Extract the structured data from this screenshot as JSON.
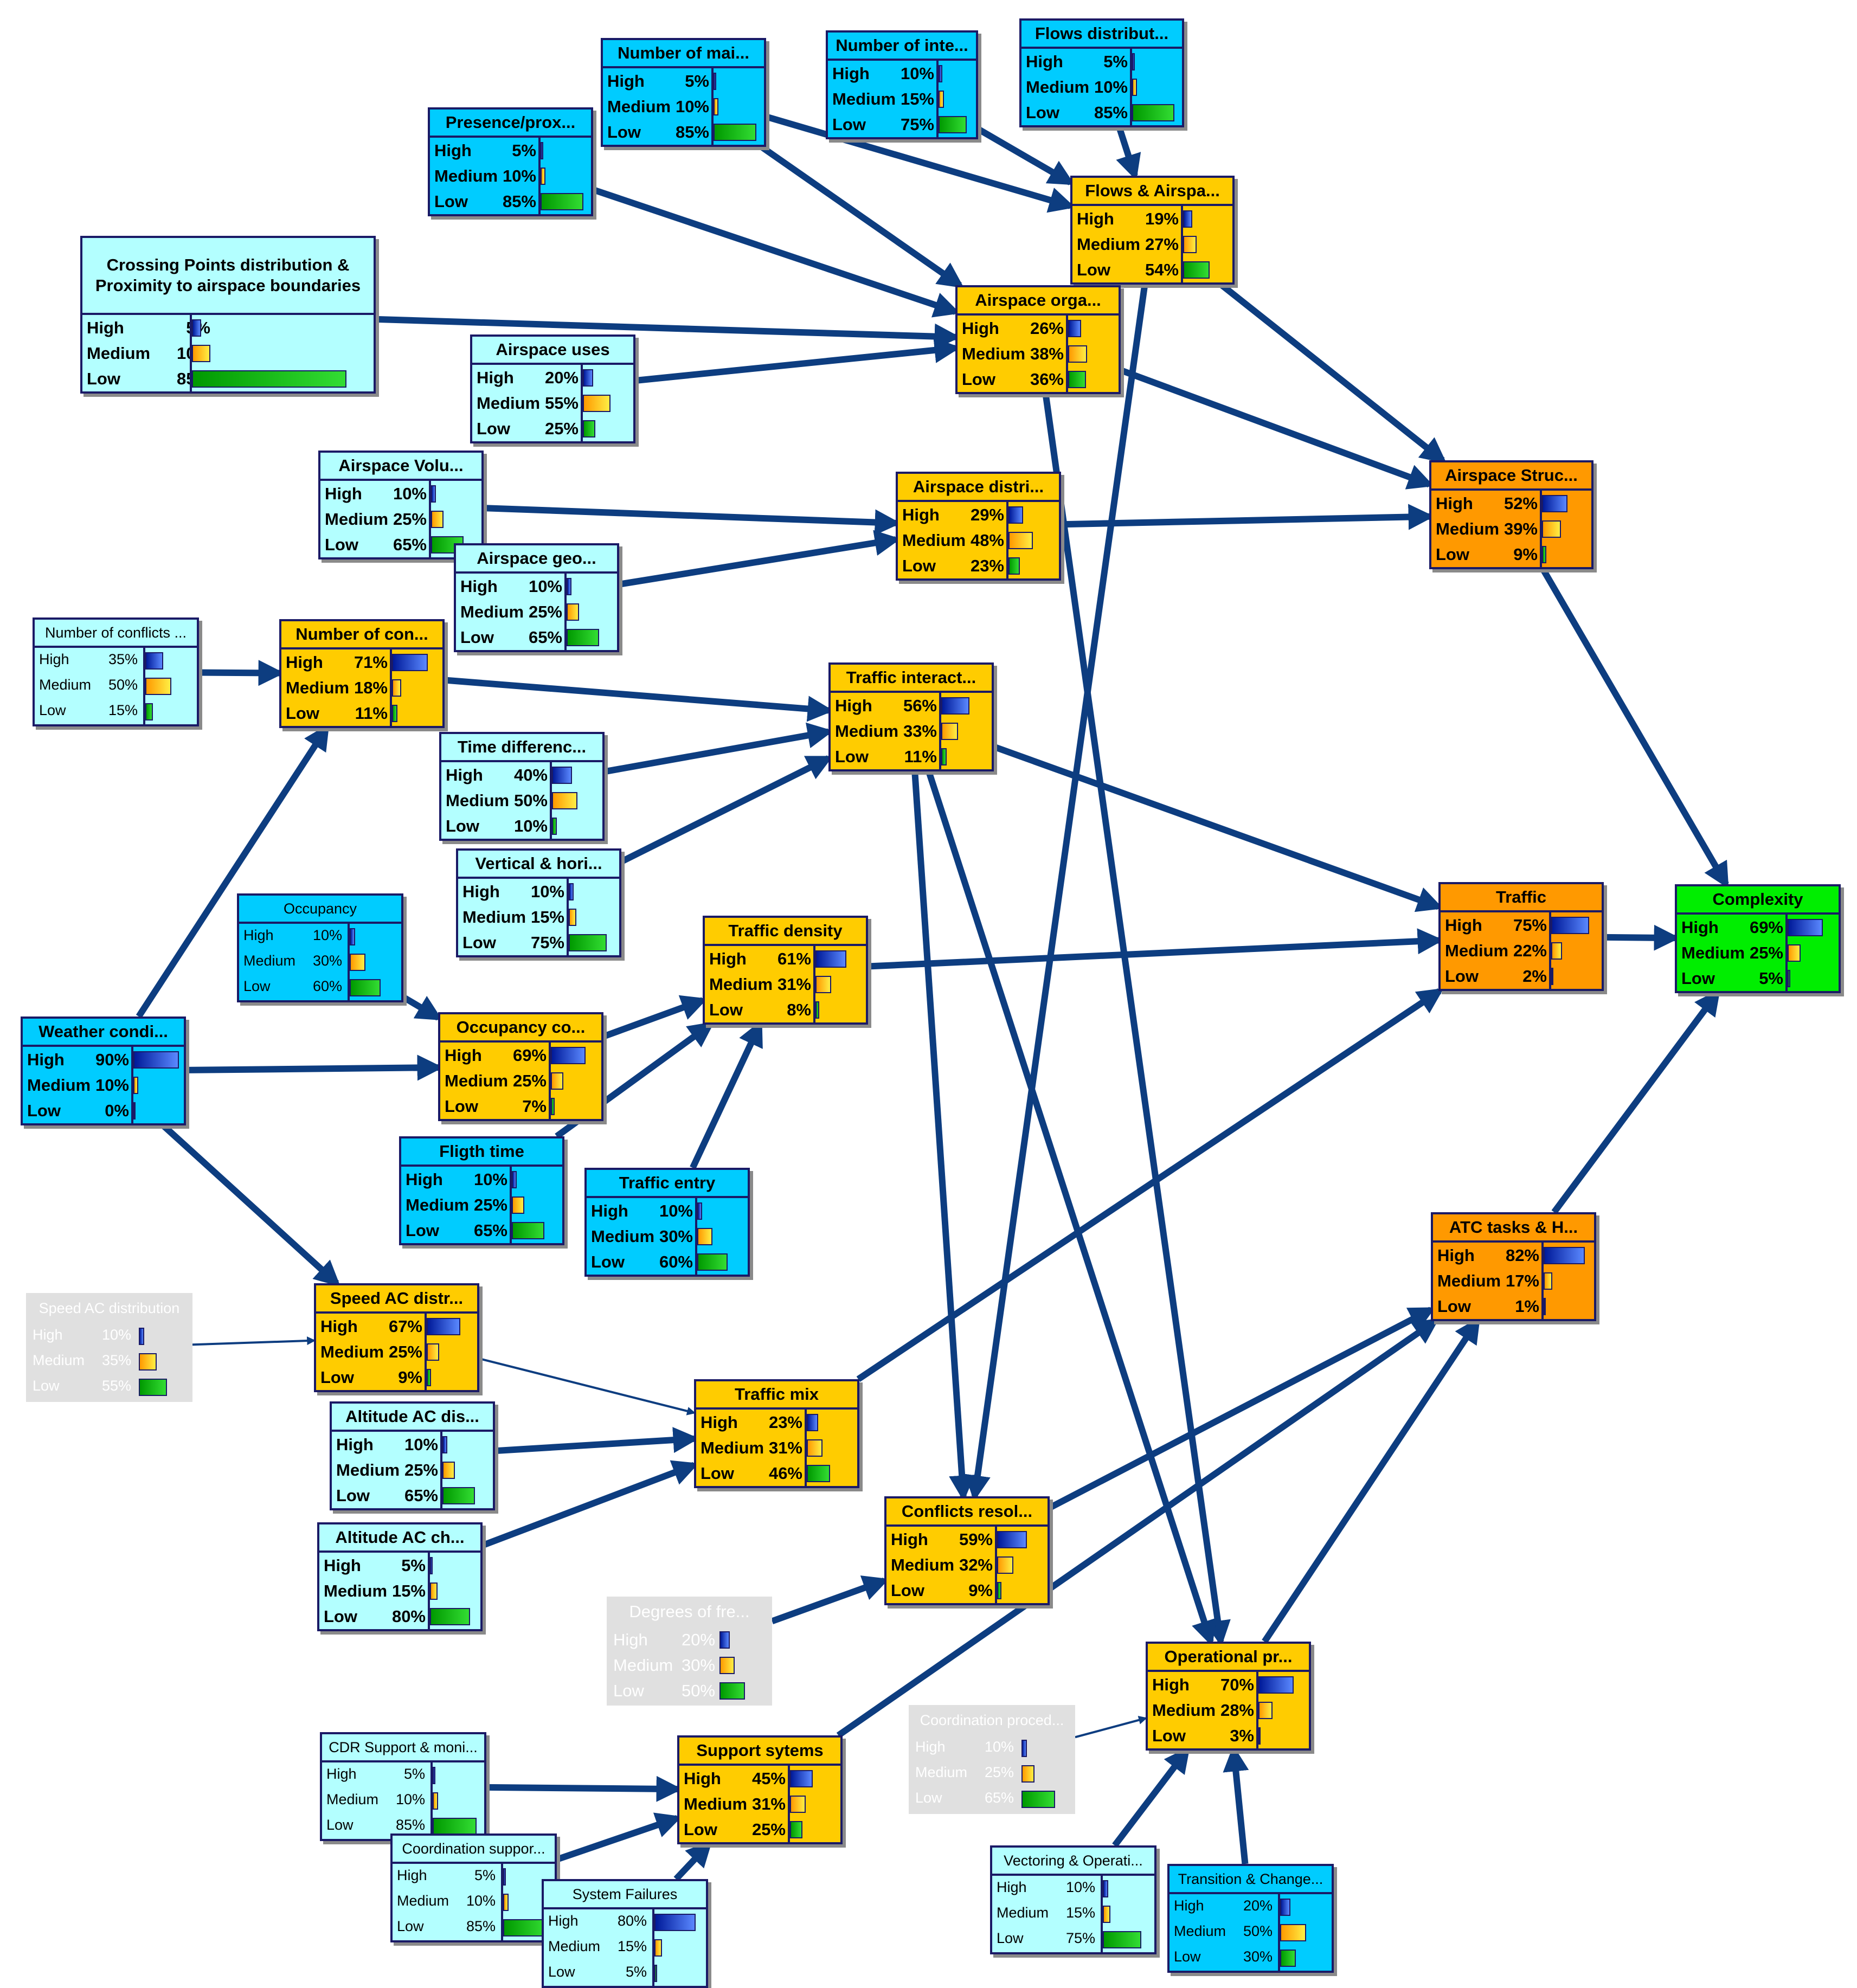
{
  "nodes": [
    {
      "id": "num_main",
      "title": "Number of mai...",
      "style": "cyan",
      "states": [
        {
          "label": "High",
          "pct": "5%",
          "v": 5
        },
        {
          "label": "Medium",
          "pct": "10%",
          "v": 10
        },
        {
          "label": "Low",
          "pct": "85%",
          "v": 85
        }
      ]
    },
    {
      "id": "num_inte",
      "title": "Number of inte...",
      "style": "cyan",
      "states": [
        {
          "label": "High",
          "pct": "10%",
          "v": 10
        },
        {
          "label": "Medium",
          "pct": "15%",
          "v": 15
        },
        {
          "label": "Low",
          "pct": "75%",
          "v": 75
        }
      ]
    },
    {
      "id": "flows_dist",
      "title": "Flows distribut...",
      "style": "cyan",
      "states": [
        {
          "label": "High",
          "pct": "5%",
          "v": 5
        },
        {
          "label": "Medium",
          "pct": "10%",
          "v": 10
        },
        {
          "label": "Low",
          "pct": "85%",
          "v": 85
        }
      ]
    },
    {
      "id": "presence",
      "title": "Presence/prox...",
      "style": "cyan",
      "states": [
        {
          "label": "High",
          "pct": "5%",
          "v": 5
        },
        {
          "label": "Medium",
          "pct": "10%",
          "v": 10
        },
        {
          "label": "Low",
          "pct": "85%",
          "v": 85
        }
      ]
    },
    {
      "id": "flows_airspace",
      "title": "Flows & Airspa...",
      "style": "gold",
      "states": [
        {
          "label": "High",
          "pct": "19%",
          "v": 19
        },
        {
          "label": "Medium",
          "pct": "27%",
          "v": 27
        },
        {
          "label": "Low",
          "pct": "54%",
          "v": 54
        }
      ]
    },
    {
      "id": "crossing",
      "title": "Crossing Points distribution & Proximity to airspace boundaries",
      "style": "lcyan",
      "big": true,
      "states": [
        {
          "label": "High",
          "pct": "5%",
          "v": 5
        },
        {
          "label": "Medium",
          "pct": "10%",
          "v": 10
        },
        {
          "label": "Low",
          "pct": "85%",
          "v": 85
        }
      ]
    },
    {
      "id": "airspace_org",
      "title": "Airspace orga...",
      "style": "gold",
      "states": [
        {
          "label": "High",
          "pct": "26%",
          "v": 26
        },
        {
          "label": "Medium",
          "pct": "38%",
          "v": 38
        },
        {
          "label": "Low",
          "pct": "36%",
          "v": 36
        }
      ]
    },
    {
      "id": "airspace_uses",
      "title": "Airspace uses",
      "style": "lcyan",
      "states": [
        {
          "label": "High",
          "pct": "20%",
          "v": 20
        },
        {
          "label": "Medium",
          "pct": "55%",
          "v": 55
        },
        {
          "label": "Low",
          "pct": "25%",
          "v": 25
        }
      ]
    },
    {
      "id": "airspace_vol",
      "title": "Airspace Volu...",
      "style": "lcyan",
      "states": [
        {
          "label": "High",
          "pct": "10%",
          "v": 10
        },
        {
          "label": "Medium",
          "pct": "25%",
          "v": 25
        },
        {
          "label": "Low",
          "pct": "65%",
          "v": 65
        }
      ]
    },
    {
      "id": "airspace_distri",
      "title": "Airspace distri...",
      "style": "gold",
      "states": [
        {
          "label": "High",
          "pct": "29%",
          "v": 29
        },
        {
          "label": "Medium",
          "pct": "48%",
          "v": 48
        },
        {
          "label": "Low",
          "pct": "23%",
          "v": 23
        }
      ]
    },
    {
      "id": "airspace_struc",
      "title": "Airspace Struc...",
      "style": "orange",
      "states": [
        {
          "label": "High",
          "pct": "52%",
          "v": 52
        },
        {
          "label": "Medium",
          "pct": "39%",
          "v": 39
        },
        {
          "label": "Low",
          "pct": "9%",
          "v": 9
        }
      ]
    },
    {
      "id": "airspace_geo",
      "title": "Airspace geo...",
      "style": "lcyan",
      "states": [
        {
          "label": "High",
          "pct": "10%",
          "v": 10
        },
        {
          "label": "Medium",
          "pct": "25%",
          "v": 25
        },
        {
          "label": "Low",
          "pct": "65%",
          "v": 65
        }
      ]
    },
    {
      "id": "num_conf_src",
      "title": "Number of conflicts ...",
      "style": "lcyan",
      "small": true,
      "states": [
        {
          "label": "High",
          "pct": "35%",
          "v": 35
        },
        {
          "label": "Medium",
          "pct": "50%",
          "v": 50
        },
        {
          "label": "Low",
          "pct": "15%",
          "v": 15
        }
      ]
    },
    {
      "id": "num_con",
      "title": "Number of con...",
      "style": "gold",
      "states": [
        {
          "label": "High",
          "pct": "71%",
          "v": 71
        },
        {
          "label": "Medium",
          "pct": "18%",
          "v": 18
        },
        {
          "label": "Low",
          "pct": "11%",
          "v": 11
        }
      ]
    },
    {
      "id": "traffic_interact",
      "title": "Traffic interact...",
      "style": "gold",
      "states": [
        {
          "label": "High",
          "pct": "56%",
          "v": 56
        },
        {
          "label": "Medium",
          "pct": "33%",
          "v": 33
        },
        {
          "label": "Low",
          "pct": "11%",
          "v": 11
        }
      ]
    },
    {
      "id": "time_diff",
      "title": "Time differenc...",
      "style": "lcyan",
      "states": [
        {
          "label": "High",
          "pct": "40%",
          "v": 40
        },
        {
          "label": "Medium",
          "pct": "50%",
          "v": 50
        },
        {
          "label": "Low",
          "pct": "10%",
          "v": 10
        }
      ]
    },
    {
      "id": "vertical",
      "title": "Vertical & hori...",
      "style": "lcyan",
      "states": [
        {
          "label": "High",
          "pct": "10%",
          "v": 10
        },
        {
          "label": "Medium",
          "pct": "15%",
          "v": 15
        },
        {
          "label": "Low",
          "pct": "75%",
          "v": 75
        }
      ]
    },
    {
      "id": "occupancy",
      "title": "Occupancy",
      "style": "cyan",
      "small": true,
      "states": [
        {
          "label": "High",
          "pct": "10%",
          "v": 10
        },
        {
          "label": "Medium",
          "pct": "30%",
          "v": 30
        },
        {
          "label": "Low",
          "pct": "60%",
          "v": 60
        }
      ]
    },
    {
      "id": "traffic_density",
      "title": "Traffic density",
      "style": "gold",
      "states": [
        {
          "label": "High",
          "pct": "61%",
          "v": 61
        },
        {
          "label": "Medium",
          "pct": "31%",
          "v": 31
        },
        {
          "label": "Low",
          "pct": "8%",
          "v": 8
        }
      ]
    },
    {
      "id": "traffic",
      "title": "Traffic",
      "style": "orange",
      "states": [
        {
          "label": "High",
          "pct": "75%",
          "v": 75
        },
        {
          "label": "Medium",
          "pct": "22%",
          "v": 22
        },
        {
          "label": "Low",
          "pct": "2%",
          "v": 2
        }
      ]
    },
    {
      "id": "complexity",
      "title": "Complexity",
      "style": "green",
      "states": [
        {
          "label": "High",
          "pct": "69%",
          "v": 69
        },
        {
          "label": "Medium",
          "pct": "25%",
          "v": 25
        },
        {
          "label": "Low",
          "pct": "5%",
          "v": 5
        }
      ]
    },
    {
      "id": "weather",
      "title": "Weather condi...",
      "style": "cyan",
      "states": [
        {
          "label": "High",
          "pct": "90%",
          "v": 90
        },
        {
          "label": "Medium",
          "pct": "10%",
          "v": 10
        },
        {
          "label": "Low",
          "pct": "0%",
          "v": 0
        }
      ]
    },
    {
      "id": "occupancy_co",
      "title": "Occupancy co...",
      "style": "gold",
      "states": [
        {
          "label": "High",
          "pct": "69%",
          "v": 69
        },
        {
          "label": "Medium",
          "pct": "25%",
          "v": 25
        },
        {
          "label": "Low",
          "pct": "7%",
          "v": 7
        }
      ]
    },
    {
      "id": "flight_time",
      "title": "Fligth time",
      "style": "cyan",
      "states": [
        {
          "label": "High",
          "pct": "10%",
          "v": 10
        },
        {
          "label": "Medium",
          "pct": "25%",
          "v": 25
        },
        {
          "label": "Low",
          "pct": "65%",
          "v": 65
        }
      ]
    },
    {
      "id": "traffic_entry",
      "title": "Traffic entry",
      "style": "cyan",
      "states": [
        {
          "label": "High",
          "pct": "10%",
          "v": 10
        },
        {
          "label": "Medium",
          "pct": "30%",
          "v": 30
        },
        {
          "label": "Low",
          "pct": "60%",
          "v": 60
        }
      ]
    },
    {
      "id": "atc_tasks",
      "title": "ATC tasks & H...",
      "style": "orange",
      "states": [
        {
          "label": "High",
          "pct": "82%",
          "v": 82
        },
        {
          "label": "Medium",
          "pct": "17%",
          "v": 17
        },
        {
          "label": "Low",
          "pct": "1%",
          "v": 1
        }
      ]
    },
    {
      "id": "speed_ac_dist",
      "title": "Speed AC distribution",
      "style": "grey",
      "small": true,
      "states": [
        {
          "label": "High",
          "pct": "10%",
          "v": 10
        },
        {
          "label": "Medium",
          "pct": "35%",
          "v": 35
        },
        {
          "label": "Low",
          "pct": "55%",
          "v": 55
        }
      ]
    },
    {
      "id": "speed_ac",
      "title": "Speed AC distr...",
      "style": "gold",
      "states": [
        {
          "label": "High",
          "pct": "67%",
          "v": 67
        },
        {
          "label": "Medium",
          "pct": "25%",
          "v": 25
        },
        {
          "label": "Low",
          "pct": "9%",
          "v": 9
        }
      ]
    },
    {
      "id": "traffic_mix",
      "title": "Traffic mix",
      "style": "gold",
      "states": [
        {
          "label": "High",
          "pct": "23%",
          "v": 23
        },
        {
          "label": "Medium",
          "pct": "31%",
          "v": 31
        },
        {
          "label": "Low",
          "pct": "46%",
          "v": 46
        }
      ]
    },
    {
      "id": "altitude_dis",
      "title": "Altitude AC dis...",
      "style": "lcyan",
      "states": [
        {
          "label": "High",
          "pct": "10%",
          "v": 10
        },
        {
          "label": "Medium",
          "pct": "25%",
          "v": 25
        },
        {
          "label": "Low",
          "pct": "65%",
          "v": 65
        }
      ]
    },
    {
      "id": "altitude_ch",
      "title": "Altitude AC ch...",
      "style": "lcyan",
      "states": [
        {
          "label": "High",
          "pct": "5%",
          "v": 5
        },
        {
          "label": "Medium",
          "pct": "15%",
          "v": 15
        },
        {
          "label": "Low",
          "pct": "80%",
          "v": 80
        }
      ]
    },
    {
      "id": "conflicts_resol",
      "title": "Conflicts resol...",
      "style": "gold",
      "states": [
        {
          "label": "High",
          "pct": "59%",
          "v": 59
        },
        {
          "label": "Medium",
          "pct": "32%",
          "v": 32
        },
        {
          "label": "Low",
          "pct": "9%",
          "v": 9
        }
      ]
    },
    {
      "id": "degrees",
      "title": "Degrees of fre...",
      "style": "grey",
      "states": [
        {
          "label": "High",
          "pct": "20%",
          "v": 20
        },
        {
          "label": "Medium",
          "pct": "30%",
          "v": 30
        },
        {
          "label": "Low",
          "pct": "50%",
          "v": 50
        }
      ]
    },
    {
      "id": "operational",
      "title": "Operational pr...",
      "style": "gold",
      "states": [
        {
          "label": "High",
          "pct": "70%",
          "v": 70
        },
        {
          "label": "Medium",
          "pct": "28%",
          "v": 28
        },
        {
          "label": "Low",
          "pct": "3%",
          "v": 3
        }
      ]
    },
    {
      "id": "coord_proced",
      "title": "Coordination proced...",
      "style": "grey",
      "small": true,
      "states": [
        {
          "label": "High",
          "pct": "10%",
          "v": 10
        },
        {
          "label": "Medium",
          "pct": "25%",
          "v": 25
        },
        {
          "label": "Low",
          "pct": "65%",
          "v": 65
        }
      ]
    },
    {
      "id": "cdr_support",
      "title": "CDR Support & moni...",
      "style": "lcyan",
      "small": true,
      "states": [
        {
          "label": "High",
          "pct": "5%",
          "v": 5
        },
        {
          "label": "Medium",
          "pct": "10%",
          "v": 10
        },
        {
          "label": "Low",
          "pct": "85%",
          "v": 85
        }
      ]
    },
    {
      "id": "support_sys",
      "title": "Support sytems",
      "style": "gold",
      "states": [
        {
          "label": "High",
          "pct": "45%",
          "v": 45
        },
        {
          "label": "Medium",
          "pct": "31%",
          "v": 31
        },
        {
          "label": "Low",
          "pct": "25%",
          "v": 25
        }
      ]
    },
    {
      "id": "coord_support",
      "title": "Coordination suppor...",
      "style": "lcyan",
      "small": true,
      "states": [
        {
          "label": "High",
          "pct": "5%",
          "v": 5
        },
        {
          "label": "Medium",
          "pct": "10%",
          "v": 10
        },
        {
          "label": "Low",
          "pct": "85%",
          "v": 85
        }
      ]
    },
    {
      "id": "sys_failures",
      "title": "System Failures",
      "style": "lcyan",
      "small": true,
      "states": [
        {
          "label": "High",
          "pct": "80%",
          "v": 80
        },
        {
          "label": "Medium",
          "pct": "15%",
          "v": 15
        },
        {
          "label": "Low",
          "pct": "5%",
          "v": 5
        }
      ]
    },
    {
      "id": "vectoring",
      "title": "Vectoring & Operati...",
      "style": "lcyan",
      "small": true,
      "states": [
        {
          "label": "High",
          "pct": "10%",
          "v": 10
        },
        {
          "label": "Medium",
          "pct": "15%",
          "v": 15
        },
        {
          "label": "Low",
          "pct": "75%",
          "v": 75
        }
      ]
    },
    {
      "id": "transition",
      "title": "Transition & Change...",
      "style": "cyan",
      "small": true,
      "states": [
        {
          "label": "High",
          "pct": "20%",
          "v": 20
        },
        {
          "label": "Medium",
          "pct": "50%",
          "v": 50
        },
        {
          "label": "Low",
          "pct": "30%",
          "v": 30
        }
      ]
    }
  ],
  "edges": [
    [
      "num_main",
      "flows_airspace"
    ],
    [
      "num_main",
      "airspace_org"
    ],
    [
      "num_inte",
      "flows_airspace"
    ],
    [
      "flows_dist",
      "flows_airspace"
    ],
    [
      "presence",
      "airspace_org"
    ],
    [
      "crossing",
      "airspace_org"
    ],
    [
      "airspace_uses",
      "airspace_org"
    ],
    [
      "flows_airspace",
      "airspace_struc"
    ],
    [
      "flows_airspace",
      "conflicts_resol"
    ],
    [
      "airspace_org",
      "airspace_struc"
    ],
    [
      "airspace_org",
      "operational"
    ],
    [
      "airspace_vol",
      "airspace_distri"
    ],
    [
      "airspace_geo",
      "airspace_distri"
    ],
    [
      "airspace_distri",
      "airspace_struc"
    ],
    [
      "airspace_struc",
      "complexity"
    ],
    [
      "num_conf_src",
      "num_con"
    ],
    [
      "num_con",
      "traffic_interact"
    ],
    [
      "time_diff",
      "traffic_interact"
    ],
    [
      "vertical",
      "traffic_interact"
    ],
    [
      "traffic_interact",
      "traffic"
    ],
    [
      "traffic_interact",
      "conflicts_resol"
    ],
    [
      "traffic_interact",
      "operational"
    ],
    [
      "occupancy",
      "occupancy_co"
    ],
    [
      "weather",
      "num_con"
    ],
    [
      "weather",
      "occupancy_co"
    ],
    [
      "weather",
      "speed_ac"
    ],
    [
      "occupancy_co",
      "traffic_density"
    ],
    [
      "flight_time",
      "traffic_density"
    ],
    [
      "traffic_entry",
      "traffic_density"
    ],
    [
      "traffic_density",
      "traffic"
    ],
    [
      "traffic",
      "complexity"
    ],
    [
      "atc_tasks",
      "complexity"
    ],
    [
      "speed_ac_dist",
      "speed_ac"
    ],
    [
      "speed_ac",
      "traffic_mix"
    ],
    [
      "altitude_dis",
      "traffic_mix"
    ],
    [
      "altitude_ch",
      "traffic_mix"
    ],
    [
      "traffic_mix",
      "traffic"
    ],
    [
      "conflicts_resol",
      "atc_tasks"
    ],
    [
      "degrees",
      "conflicts_resol"
    ],
    [
      "operational",
      "atc_tasks"
    ],
    [
      "coord_proced",
      "operational"
    ],
    [
      "support_sys",
      "atc_tasks"
    ],
    [
      "cdr_support",
      "support_sys"
    ],
    [
      "coord_support",
      "support_sys"
    ],
    [
      "sys_failures",
      "support_sys"
    ],
    [
      "vectoring",
      "operational"
    ],
    [
      "transition",
      "operational"
    ]
  ]
}
